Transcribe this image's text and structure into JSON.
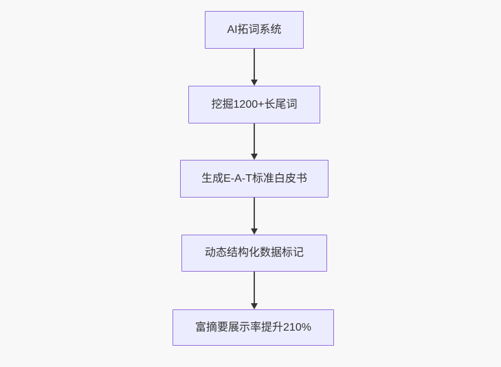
{
  "diagram": {
    "type": "flowchart-top-down",
    "nodes": [
      {
        "id": "n1",
        "label": "AI拓词系统"
      },
      {
        "id": "n2",
        "label": "挖掘1200+长尾词"
      },
      {
        "id": "n3",
        "label": "生成E-A-T标准白皮书"
      },
      {
        "id": "n4",
        "label": "动态结构化数据标记"
      },
      {
        "id": "n5",
        "label": "富摘要展示率提升210%"
      }
    ],
    "edges": [
      {
        "from": "n1",
        "to": "n2"
      },
      {
        "from": "n2",
        "to": "n3"
      },
      {
        "from": "n3",
        "to": "n4"
      },
      {
        "from": "n4",
        "to": "n5"
      }
    ],
    "colors": {
      "node_fill": "#ECECFF",
      "node_border": "#9370DB",
      "edge_line": "#333333",
      "text": "#333333",
      "background": "#f8f8f8"
    }
  }
}
